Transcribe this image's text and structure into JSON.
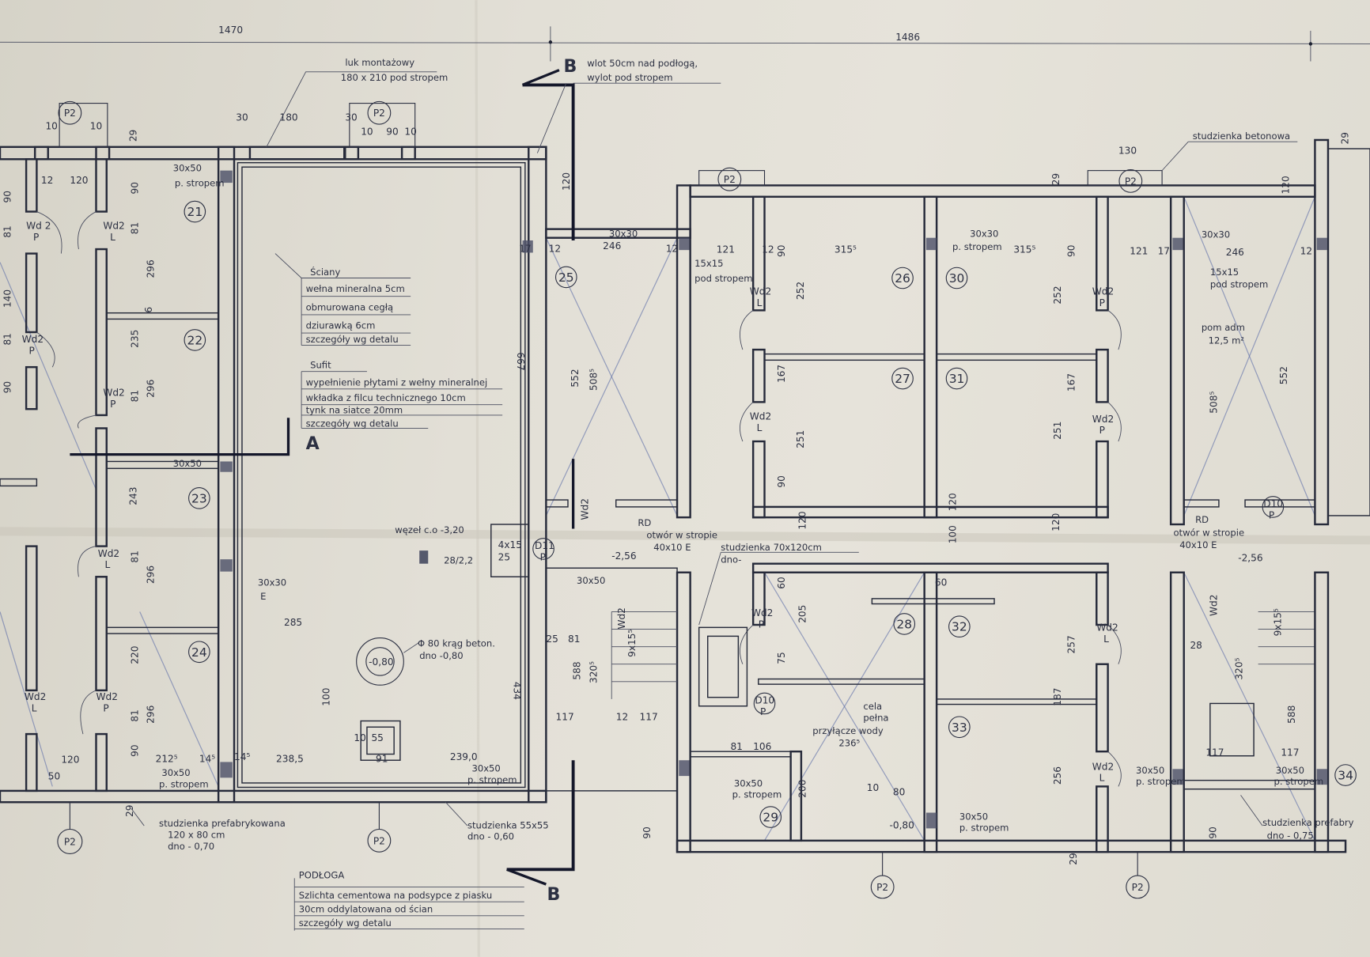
{
  "title_dims": {
    "left": "1470",
    "right": "1486"
  },
  "sections": {
    "a": "A",
    "b_top": "B",
    "b_bottom": "B"
  },
  "notes": {
    "luk": [
      "luk montażowy",
      "180 x 210 pod stropem"
    ],
    "wlot": [
      "wlot 50cm nad podłogą,",
      "wylot pod stropem"
    ],
    "sciany": {
      "title": "Ściany",
      "lines": [
        "wełna mineralna 5cm",
        "obmurowana cegłą",
        "dziurawką 6cm",
        "szczegóły wg detalu"
      ]
    },
    "sufit": {
      "title": "Sufit",
      "lines": [
        "wypełnienie płytami z wełny mineralnej",
        "wkładka z filcu technicznego 10cm",
        "tynk na siatce 20mm",
        "szczegóły wg detalu"
      ]
    },
    "podloga": {
      "title": "PODŁOGA",
      "lines": [
        "Szlichta cementowa na podsypce z piasku",
        "30cm oddylatowana od ścian",
        "szczegóły wg detalu"
      ]
    },
    "studzienka_prefab": [
      "studzienka prefabrykowana",
      "120 x 80 cm",
      "dno - 0,70"
    ],
    "studzienka_55": [
      "studzienka 55x55",
      "dno - 0,60"
    ],
    "studzienka_betonowa": "studzienka betonowa",
    "studzienka_70": [
      "studzienka 70x120cm",
      "dno-"
    ],
    "studzienka_right": [
      "studzienka prefabry",
      "dno - 0,75"
    ],
    "wezel": "węzeł c.o -3,20",
    "krag": [
      "Φ 80 krąg beton.",
      "dno -0,80"
    ],
    "krag_level": "-0,80",
    "cela": [
      "cela",
      "pełna",
      "przyłącze wody",
      "236⁵"
    ],
    "pom_adm": [
      "pom adm",
      "12,5 m²"
    ],
    "otwor_left": [
      "RD",
      "otwór w stropie",
      "40x10 E"
    ],
    "otwor_right": [
      "RD",
      "otwór w stropie",
      "40x10 E"
    ],
    "kratka": "28/2,2",
    "cols": [
      "30x50",
      "p. stropem",
      "30x30",
      "E",
      "15x15",
      "pod stropem"
    ],
    "d_marks": [
      "D11",
      "P",
      "D10",
      "P",
      "D10",
      "P"
    ],
    "misc": [
      "4x15",
      "25",
      "10",
      "55",
      "91",
      "-0,80",
      "80"
    ]
  },
  "rooms": [
    "21",
    "22",
    "23",
    "24",
    "25",
    "26",
    "27",
    "28",
    "29",
    "30",
    "31",
    "32",
    "33",
    "34"
  ],
  "markers": [
    "P2",
    "P2",
    "P2",
    "P2",
    "P2",
    "P2",
    "P2",
    "P2"
  ],
  "doors": [
    "Wd 2",
    "P",
    "Wd2",
    "L",
    "Wd2",
    "P",
    "Wd2",
    "L",
    "Wd2",
    "P",
    "Wd2",
    "P",
    "Wd2",
    "L",
    "Wd2",
    "L",
    "Wd2",
    "P",
    "Wd2",
    "L",
    "Wd2",
    "P",
    "Wd2",
    "P",
    "Wd2",
    "L",
    "Wd2",
    "L",
    "Wd2",
    "Wd2",
    "Wd2"
  ],
  "dims_h": [
    "30",
    "180",
    "30",
    "10",
    "90",
    "10",
    "10",
    "10",
    "12",
    "120",
    "246",
    "121",
    "315⁵",
    "315⁵",
    "121",
    "246",
    "130",
    "285",
    "212⁵",
    "14⁵",
    "14⁵",
    "238,5",
    "239,0",
    "117",
    "117",
    "81",
    "106",
    "117",
    "117",
    "-2,56",
    "-2,56",
    "12",
    "12",
    "17",
    "12",
    "17",
    "12",
    "25",
    "81",
    "28",
    "12",
    "50",
    "120",
    "60",
    "10"
  ],
  "dims_v": [
    "90",
    "81",
    "140",
    "81",
    "90",
    "29",
    "90",
    "81",
    "296",
    "6",
    "235",
    "81",
    "296",
    "243",
    "81",
    "296",
    "220",
    "81",
    "296",
    "90",
    "667",
    "120",
    "552",
    "508⁵",
    "434",
    "588",
    "320⁵",
    "90",
    "252",
    "167",
    "251",
    "90",
    "90",
    "252",
    "167",
    "251",
    "552",
    "508⁵",
    "120",
    "60",
    "205",
    "75",
    "257",
    "187",
    "256",
    "120",
    "100",
    "120",
    "120",
    "200",
    "90",
    "90",
    "588",
    "320⁵",
    "29",
    "29",
    "29",
    "29",
    "100",
    "9x15⁵",
    "9x15⁵"
  ]
}
